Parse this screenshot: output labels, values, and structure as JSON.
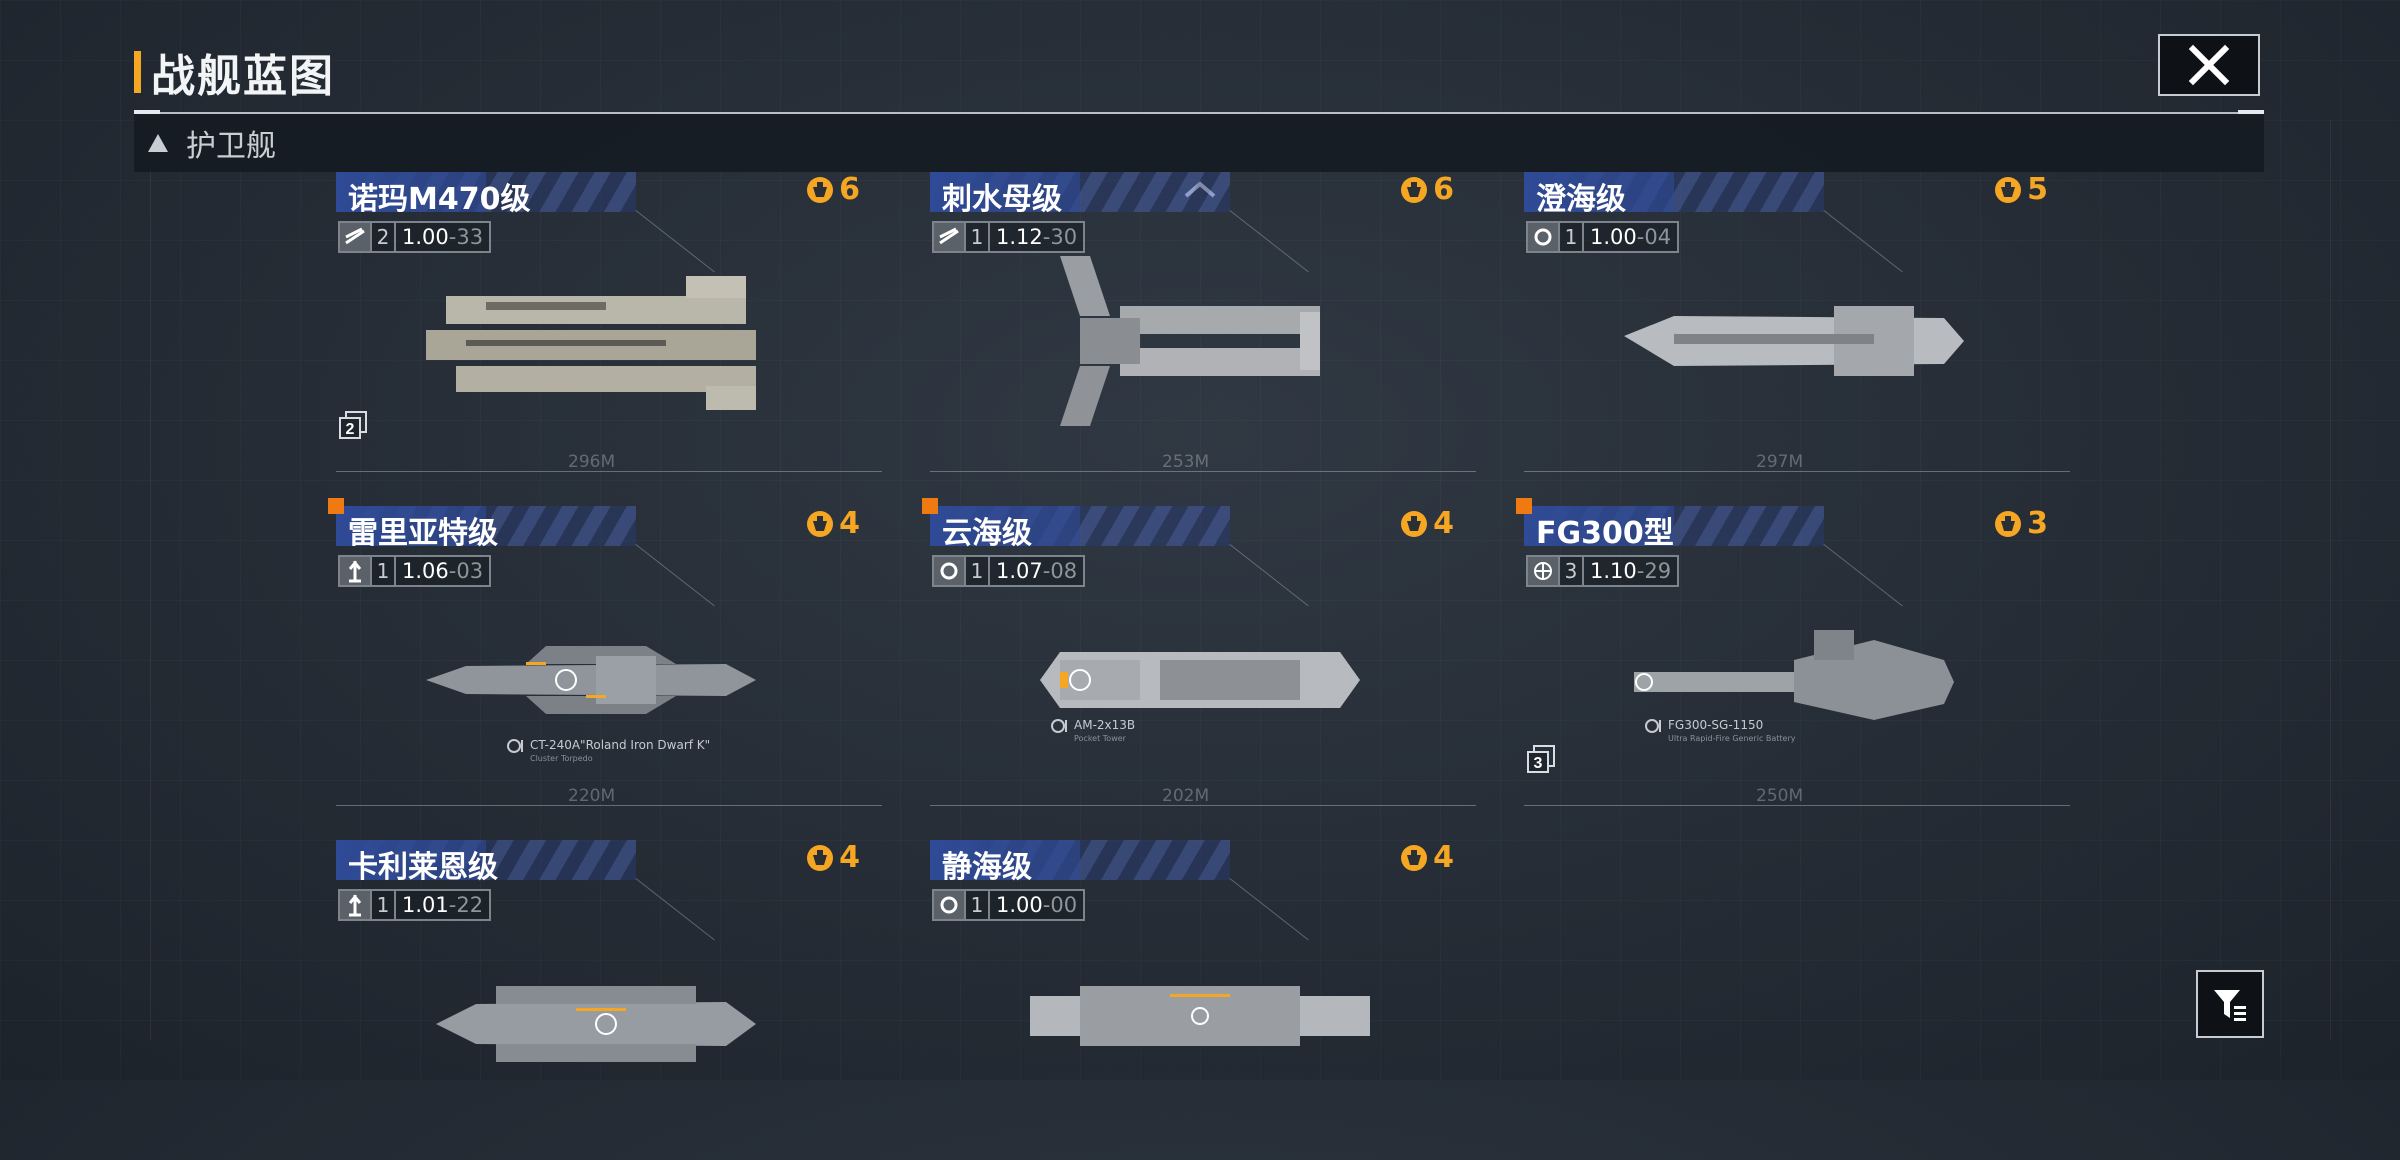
{
  "title": "战舰蓝图",
  "section": {
    "label": "护卫舰"
  },
  "colors": {
    "accent": "#f5a623",
    "marker": "#f07a12",
    "banner": "#2f4a96"
  },
  "icons": {
    "close": "close-icon",
    "filter": "filter-icon",
    "cost": "cost-chip-icon"
  },
  "cards": [
    {
      "name": "诺玛M470级",
      "cost": "6",
      "tier": "2",
      "value": "1.00",
      "value_suffix": "-33",
      "length": "296M",
      "count": "2",
      "new": false,
      "weapon": "",
      "weapon_sub": ""
    },
    {
      "name": "刺水母级",
      "cost": "6",
      "tier": "1",
      "value": "1.12",
      "value_suffix": "-30",
      "length": "253M",
      "count": "",
      "new": false,
      "weapon": "",
      "weapon_sub": ""
    },
    {
      "name": "澄海级",
      "cost": "5",
      "tier": "1",
      "value": "1.00",
      "value_suffix": "-04",
      "length": "297M",
      "count": "",
      "new": false,
      "weapon": "",
      "weapon_sub": ""
    },
    {
      "name": "雷里亚特级",
      "cost": "4",
      "tier": "1",
      "value": "1.06",
      "value_suffix": "-03",
      "length": "220M",
      "count": "",
      "new": true,
      "weapon": "CT-240A\"Roland Iron Dwarf K\"",
      "weapon_sub": "Cluster Torpedo"
    },
    {
      "name": "云海级",
      "cost": "4",
      "tier": "1",
      "value": "1.07",
      "value_suffix": "-08",
      "length": "202M",
      "count": "",
      "new": true,
      "weapon": "AM-2x13B",
      "weapon_sub": "Pocket Tower"
    },
    {
      "name": "FG300型",
      "cost": "3",
      "tier": "3",
      "value": "1.10",
      "value_suffix": "-29",
      "length": "250M",
      "count": "3",
      "new": true,
      "weapon": "FG300-SG-1150",
      "weapon_sub": "Ultra Rapid-Fire Generic Battery"
    },
    {
      "name": "卡利莱恩级",
      "cost": "4",
      "tier": "1",
      "value": "1.01",
      "value_suffix": "-22",
      "length": "",
      "count": "",
      "new": false,
      "weapon": "",
      "weapon_sub": ""
    },
    {
      "name": "静海级",
      "cost": "4",
      "tier": "1",
      "value": "1.00",
      "value_suffix": "-00",
      "length": "",
      "count": "",
      "new": false,
      "weapon": "",
      "weapon_sub": ""
    }
  ]
}
